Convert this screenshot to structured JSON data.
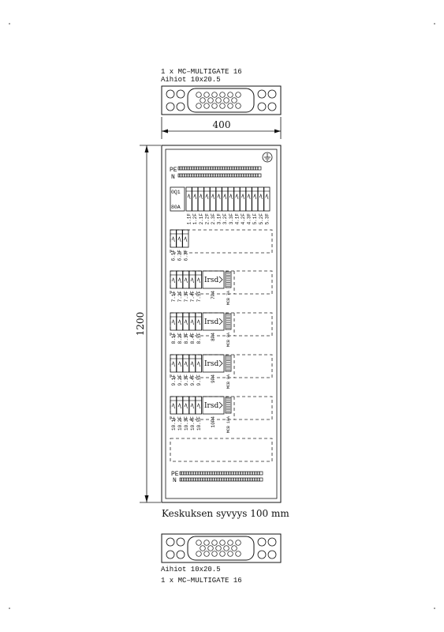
{
  "top_gland": {
    "qty_label": "1 x MC–MULTIGATE 16",
    "blanks_label": "Aihiot 10x20.5"
  },
  "bottom_gland": {
    "qty_label": "1 x MC–MULTIGATE 16",
    "blanks_label": "Aihiot 10x20.5"
  },
  "dimensions": {
    "width": "400",
    "height": "1200"
  },
  "enclosure": {
    "depth_note": "Keskuksen syvyys 100 mm",
    "earth_symbol": "protective-earth"
  },
  "bus_top": {
    "pe": "PE",
    "n": "N"
  },
  "bus_bottom": {
    "pe": "PE",
    "n": "N"
  },
  "main_switch": {
    "label": "0Q1",
    "rating": "80A"
  },
  "row1_breakers": [
    "1.1F",
    "1.2F",
    "2.1F",
    "2.2F",
    "2.3F",
    "3.1F",
    "3.2F",
    "3.3F",
    "4.1F",
    "4.2F",
    "4.3F",
    "5.1F",
    "5.2F",
    "5.3F"
  ],
  "row2_breakers": [
    "6.1F",
    "6.2F",
    "6.3F"
  ],
  "groups": [
    {
      "breakers": [
        "7.1F",
        "7.2F",
        "7.3F",
        "7.4F",
        "7.5F"
      ],
      "rcd": "Irsd",
      "meter": "7P4",
      "meter_tag": "MCB 7A"
    },
    {
      "breakers": [
        "8.1F",
        "8.2F",
        "8.3F",
        "8.4F",
        "8.5F"
      ],
      "rcd": "Irsd",
      "meter": "8P4",
      "meter_tag": "MCB 8A"
    },
    {
      "breakers": [
        "9.1F",
        "9.2F",
        "9.3F",
        "9.4F",
        "9.5F"
      ],
      "rcd": "Irsd",
      "meter": "9P4",
      "meter_tag": "MCB 9A"
    },
    {
      "breakers": [
        "10.1F",
        "10.2F",
        "10.3F",
        "10.4F",
        "10.5F"
      ],
      "rcd": "Irsd",
      "meter": "10P4",
      "meter_tag": "MCB 10A"
    }
  ]
}
